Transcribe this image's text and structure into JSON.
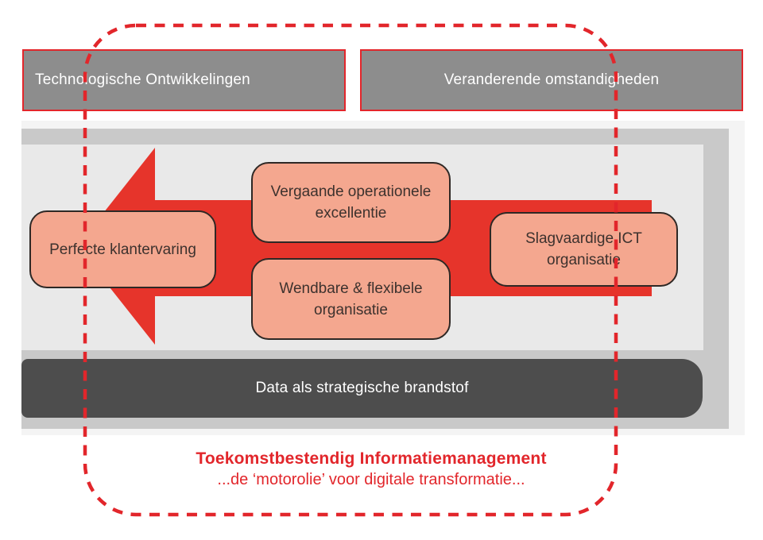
{
  "top_boxes": [
    {
      "id": "technologische-ontwikkelingen",
      "label": "Technologische Ontwikkelingen"
    },
    {
      "id": "veranderende-omstandigheden",
      "label": "Veranderende omstandigheden"
    }
  ],
  "pills": [
    {
      "id": "perfecte-klantervaring",
      "label": "Perfecte klantervaring"
    },
    {
      "id": "vergaande-operationele-excellentie",
      "label": "Vergaande operationele\nexcellentie"
    },
    {
      "id": "wendbare-flexibele-organisatie",
      "label": "Wendbare & flexibele\norganisatie"
    },
    {
      "id": "slagvaardige-ict-organisatie",
      "label": "Slagvaardige ICT\norganisatie"
    }
  ],
  "data_bar": {
    "label": "Data als strategische brandstof"
  },
  "footer": {
    "title": "Toekomstbestendig Informatiemanagement",
    "subtitle": "...de ‘motorolie’ voor digitale transformatie..."
  },
  "colors": {
    "accent_red": "#e2262b",
    "arrow_red": "#e6342b",
    "salmon": "#f4a78f",
    "salmon_border": "#2e2825",
    "gray_box": "#8d8d8d",
    "dark_bar": "#4d4d4d",
    "panel_light": "#e9e9e9",
    "panel_mid": "#c9c9c9",
    "panel_halo": "#f4f4f4",
    "text_dark": "#3d322e",
    "white": "#ffffff"
  }
}
